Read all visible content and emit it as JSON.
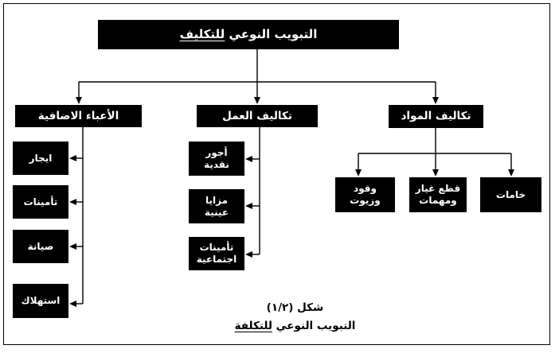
{
  "diagram": {
    "root": {
      "label_main": "التبويب النوعي",
      "label_underlined": "للتكليف"
    },
    "branches": [
      {
        "label": "الأعباء الاضافية",
        "children": [
          {
            "label": "ايجار"
          },
          {
            "label": "تأمينات"
          },
          {
            "label": "صيانة"
          },
          {
            "label": "استهلاك"
          }
        ]
      },
      {
        "label": "تكاليف العمل",
        "children": [
          {
            "label": "أجور\nنقدية"
          },
          {
            "label": "مزايا\nعينية"
          },
          {
            "label": "تأمينات\nاجتماعية"
          }
        ]
      },
      {
        "label": "تكاليف المواد",
        "children": [
          {
            "label": "وقود\nوزيوت"
          },
          {
            "label": "قطع غيار\nومهمات"
          },
          {
            "label": "خامات"
          }
        ]
      }
    ],
    "caption": {
      "line1": "شكل (١/٢)",
      "line2_main": "التبويب النوعي",
      "line2_underlined": "للتكلفة"
    },
    "colors": {
      "box_bg": "#000000",
      "box_text": "#ffffff",
      "line": "#000000",
      "background": "#ffffff"
    }
  }
}
